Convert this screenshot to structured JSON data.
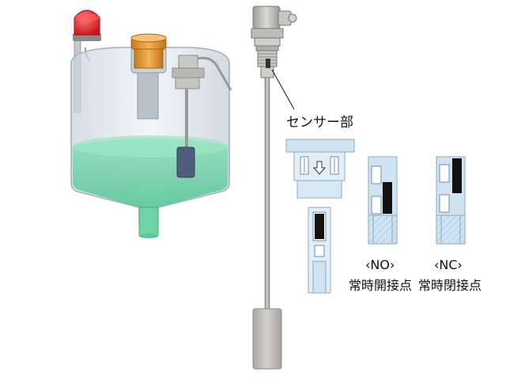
{
  "labels": {
    "sensor_part": "センサー部",
    "no_title": "‹NO›",
    "no_caption": "常時開接点",
    "nc_title": "‹NC›",
    "nc_caption": "常時閉接点"
  },
  "colors": {
    "liquid": "#6fd3a6",
    "tank_glass": "#d8e2ea",
    "lamp_red": "#e0242b",
    "cap_orange": "#e39a2c",
    "rod_gray": "#9a9a9a",
    "float_gray": "#b8b8b0",
    "diagram_blue": "#cfe3f2",
    "contact_black": "#111111"
  },
  "icons": {
    "arrow": "down-arrow-icon"
  }
}
